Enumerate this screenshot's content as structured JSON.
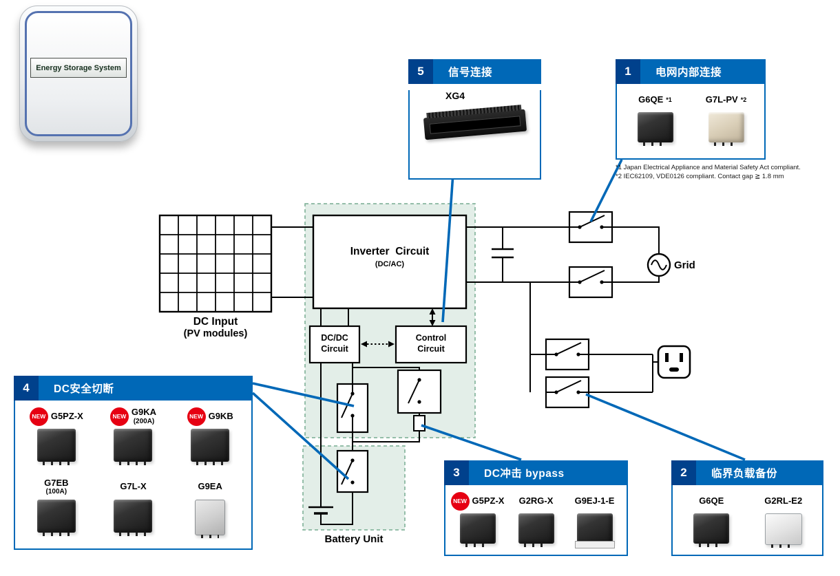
{
  "ess": {
    "label": "Energy Storage System"
  },
  "badge_new": "NEW",
  "colors": {
    "brand_blue": "#0068b7",
    "number_badge_blue": "#00418c",
    "badge_red": "#e60012",
    "zone_green": "#76ac90"
  },
  "callouts": {
    "signal": {
      "number": "5",
      "title": "信号连接",
      "product": {
        "name": "XG4"
      }
    },
    "grid_internal": {
      "number": "1",
      "title": "电网内部连接",
      "products": [
        {
          "name": "G6QE",
          "note": "*1"
        },
        {
          "name": "G7L-PV",
          "note": "*2"
        }
      ],
      "footnote1": "*1 Japan Electrical Appliance and Material Safety Act compliant.",
      "footnote2": "*2 IEC62109, VDE0126 compliant.  Contact gap ≧ 1.8 mm"
    },
    "load_backup": {
      "number": "2",
      "title": "临界负载备份",
      "products": [
        {
          "name": "G6QE"
        },
        {
          "name": "G2RL-E2"
        }
      ]
    },
    "dc_bypass": {
      "number": "3",
      "title": "DC冲击 bypass",
      "products": [
        {
          "name": "G5PZ-X",
          "new": true
        },
        {
          "name": "G2RG-X"
        },
        {
          "name": "G9EJ-1-E"
        }
      ]
    },
    "dc_safety": {
      "number": "4",
      "title": "DC安全切断",
      "products": [
        {
          "name": "G5PZ-X",
          "new": true
        },
        {
          "name": "G9KA",
          "sub": "(200A)",
          "new": true
        },
        {
          "name": "G9KB",
          "new": true
        },
        {
          "name": "G7EB",
          "sub": "(100A)"
        },
        {
          "name": "G7L-X"
        },
        {
          "name": "G9EA"
        }
      ]
    }
  },
  "diagram": {
    "dc_input_title": "DC Input",
    "dc_input_sub": "(PV modules)",
    "inverter_title": "Inverter  Circuit",
    "inverter_sub": "(DC/AC)",
    "dcdc_line1": "DC/DC",
    "dcdc_line2": "Circuit",
    "control_line1": "Control",
    "control_line2": "Circuit",
    "battery_label": "Battery Unit",
    "grid_label": "Grid"
  }
}
